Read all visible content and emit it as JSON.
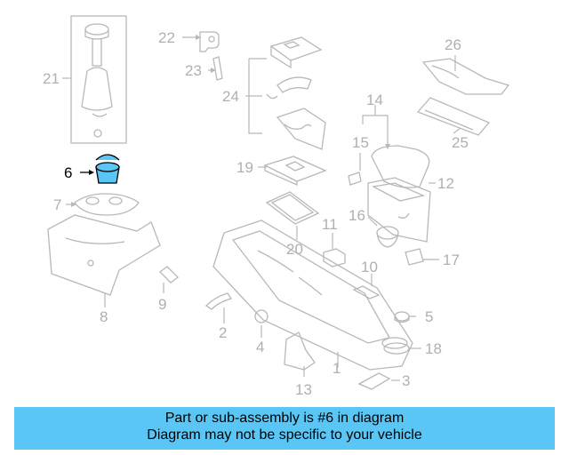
{
  "callouts": [
    {
      "id": "1",
      "label": "1"
    },
    {
      "id": "2",
      "label": "2"
    },
    {
      "id": "3",
      "label": "3"
    },
    {
      "id": "4",
      "label": "4"
    },
    {
      "id": "5",
      "label": "5"
    },
    {
      "id": "6",
      "label": "6"
    },
    {
      "id": "7",
      "label": "7"
    },
    {
      "id": "8",
      "label": "8"
    },
    {
      "id": "9",
      "label": "9"
    },
    {
      "id": "10",
      "label": "10"
    },
    {
      "id": "11",
      "label": "11"
    },
    {
      "id": "12",
      "label": "12"
    },
    {
      "id": "13",
      "label": "13"
    },
    {
      "id": "14",
      "label": "14"
    },
    {
      "id": "15",
      "label": "15"
    },
    {
      "id": "16",
      "label": "16"
    },
    {
      "id": "17",
      "label": "17"
    },
    {
      "id": "18",
      "label": "18"
    },
    {
      "id": "19",
      "label": "19"
    },
    {
      "id": "20",
      "label": "20"
    },
    {
      "id": "21",
      "label": "21"
    },
    {
      "id": "22",
      "label": "22"
    },
    {
      "id": "23",
      "label": "23"
    },
    {
      "id": "24",
      "label": "24"
    },
    {
      "id": "25",
      "label": "25"
    },
    {
      "id": "26",
      "label": "26"
    }
  ],
  "highlighted_part": "6",
  "highlight_color": "#5ac6f5",
  "banner": {
    "line1": "Part or sub-assembly is #6 in diagram",
    "line2": "Diagram may not be specific to your vehicle",
    "background": "#5ac6f5"
  }
}
